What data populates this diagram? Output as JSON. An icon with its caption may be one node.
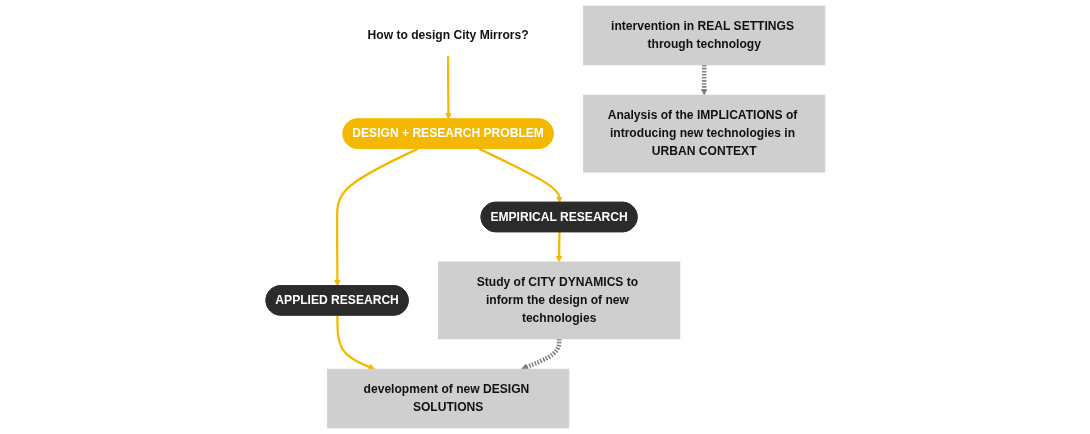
{
  "diagram": {
    "nodes": [
      {
        "text": [
          "How to design City Mirrors?"
        ]
      },
      {
        "text": [
          "DESIGN + RESEARCH PROBLEM"
        ]
      },
      {
        "text": [
          "APPLIED RESEARCH"
        ]
      },
      {
        "text": [
          "EMPIRICAL RESEARCH"
        ]
      },
      {
        "text": [
          "development of new DESIGN SOLUTIONS"
        ]
      },
      {
        "text": [
          "Study of CITY DYNAMICS to inform the design of new technologies"
        ]
      },
      {
        "text": [
          "intervention in REAL SETTINGS through technology"
        ]
      },
      {
        "text": [
          "Analysis of the IMPLICATIONS of introducing new technologies in URBAN CONTEXT"
        ]
      }
    ],
    "edges": [
      {
        "from": 0,
        "to": 1,
        "arrow": "to"
      },
      {
        "from": 1,
        "to": 2,
        "arrow": "to"
      },
      {
        "from": 1,
        "to": 3,
        "arrow": "to"
      },
      {
        "from": 2,
        "to": 4,
        "arrow": "to"
      },
      {
        "from": 3,
        "to": 5,
        "arrow": "to"
      },
      {
        "from": 5,
        "to": 4,
        "arrow": "to",
        "style": "dashed",
        "color": "#808080"
      },
      {
        "from": 6,
        "to": 7,
        "arrow": "to",
        "style": "dashed",
        "color": "#808080"
      }
    ]
  }
}
